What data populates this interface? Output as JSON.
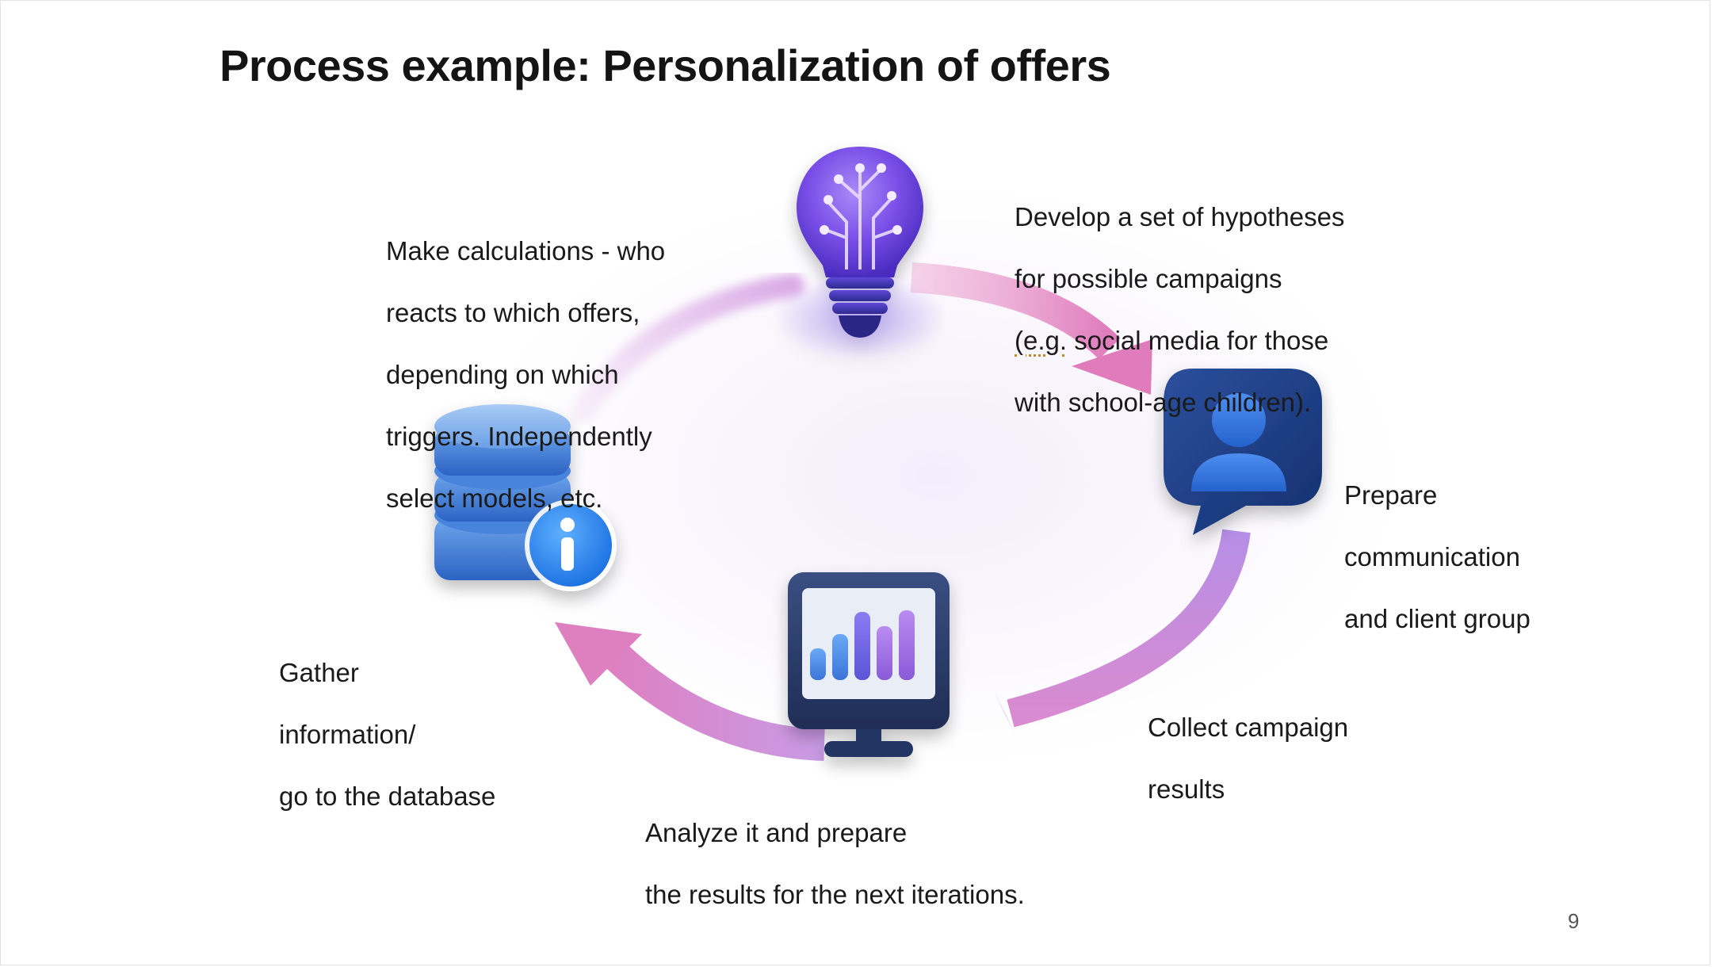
{
  "slide": {
    "title": "Process example: Personalization of offers",
    "page_number": "9"
  },
  "diagram": {
    "steps": [
      {
        "id": "hypotheses",
        "icon": "lightbulb-icon",
        "lines": [
          "Develop a set of hypotheses",
          "for possible campaigns",
          "social media for those",
          "with school-age children)."
        ],
        "abbr_prefix": "(e.g.",
        "abbr_sep": " "
      },
      {
        "id": "communication",
        "icon": "user-chat-bubble-icon",
        "lines": [
          "Prepare",
          "communication",
          "and client group"
        ]
      },
      {
        "id": "results",
        "icon": "monitor-chart-icon",
        "lines": [
          "Collect campaign",
          "results"
        ]
      },
      {
        "id": "analyze",
        "lines": [
          "Analyze it and prepare",
          "the results for the next iterations."
        ]
      },
      {
        "id": "gather",
        "icon": "database-info-icon",
        "lines": [
          "Gather",
          "information/",
          "go to the database"
        ]
      },
      {
        "id": "calculations",
        "lines": [
          "Make calculations - who",
          "reacts to which offers,",
          "depending on which",
          "triggers. Independently",
          "select models, etc."
        ]
      }
    ],
    "colors": {
      "arrow_pink": "#e37fbf",
      "arrow_violet": "#b58ae3",
      "bulb_purple": "#7b4fe6",
      "database_blue": "#3a78d6",
      "bubble_navy": "#1f3f85",
      "monitor_navy": "#2c3f6e"
    }
  }
}
